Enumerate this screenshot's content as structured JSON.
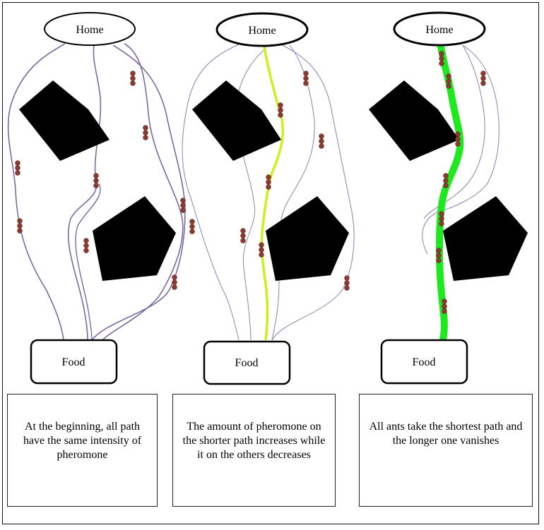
{
  "panels": [
    {
      "home_label": "Home",
      "food_label": "Food",
      "caption": "At the beginning, all path have the same intensity of pheromone"
    },
    {
      "home_label": "Home",
      "food_label": "Food",
      "caption": "The amount of pheromone on the shorter path increases while it on the others decreases"
    },
    {
      "home_label": "Home",
      "food_label": "Food",
      "caption": "All ants take the shortest path and the longer one vanishes"
    }
  ],
  "colors": {
    "path": "#7a6aa0",
    "obstacle": "#000000",
    "ant": "#8b3a32",
    "pheromone_medium": "#c8f21a",
    "pheromone_strong": "#1ee81e"
  }
}
